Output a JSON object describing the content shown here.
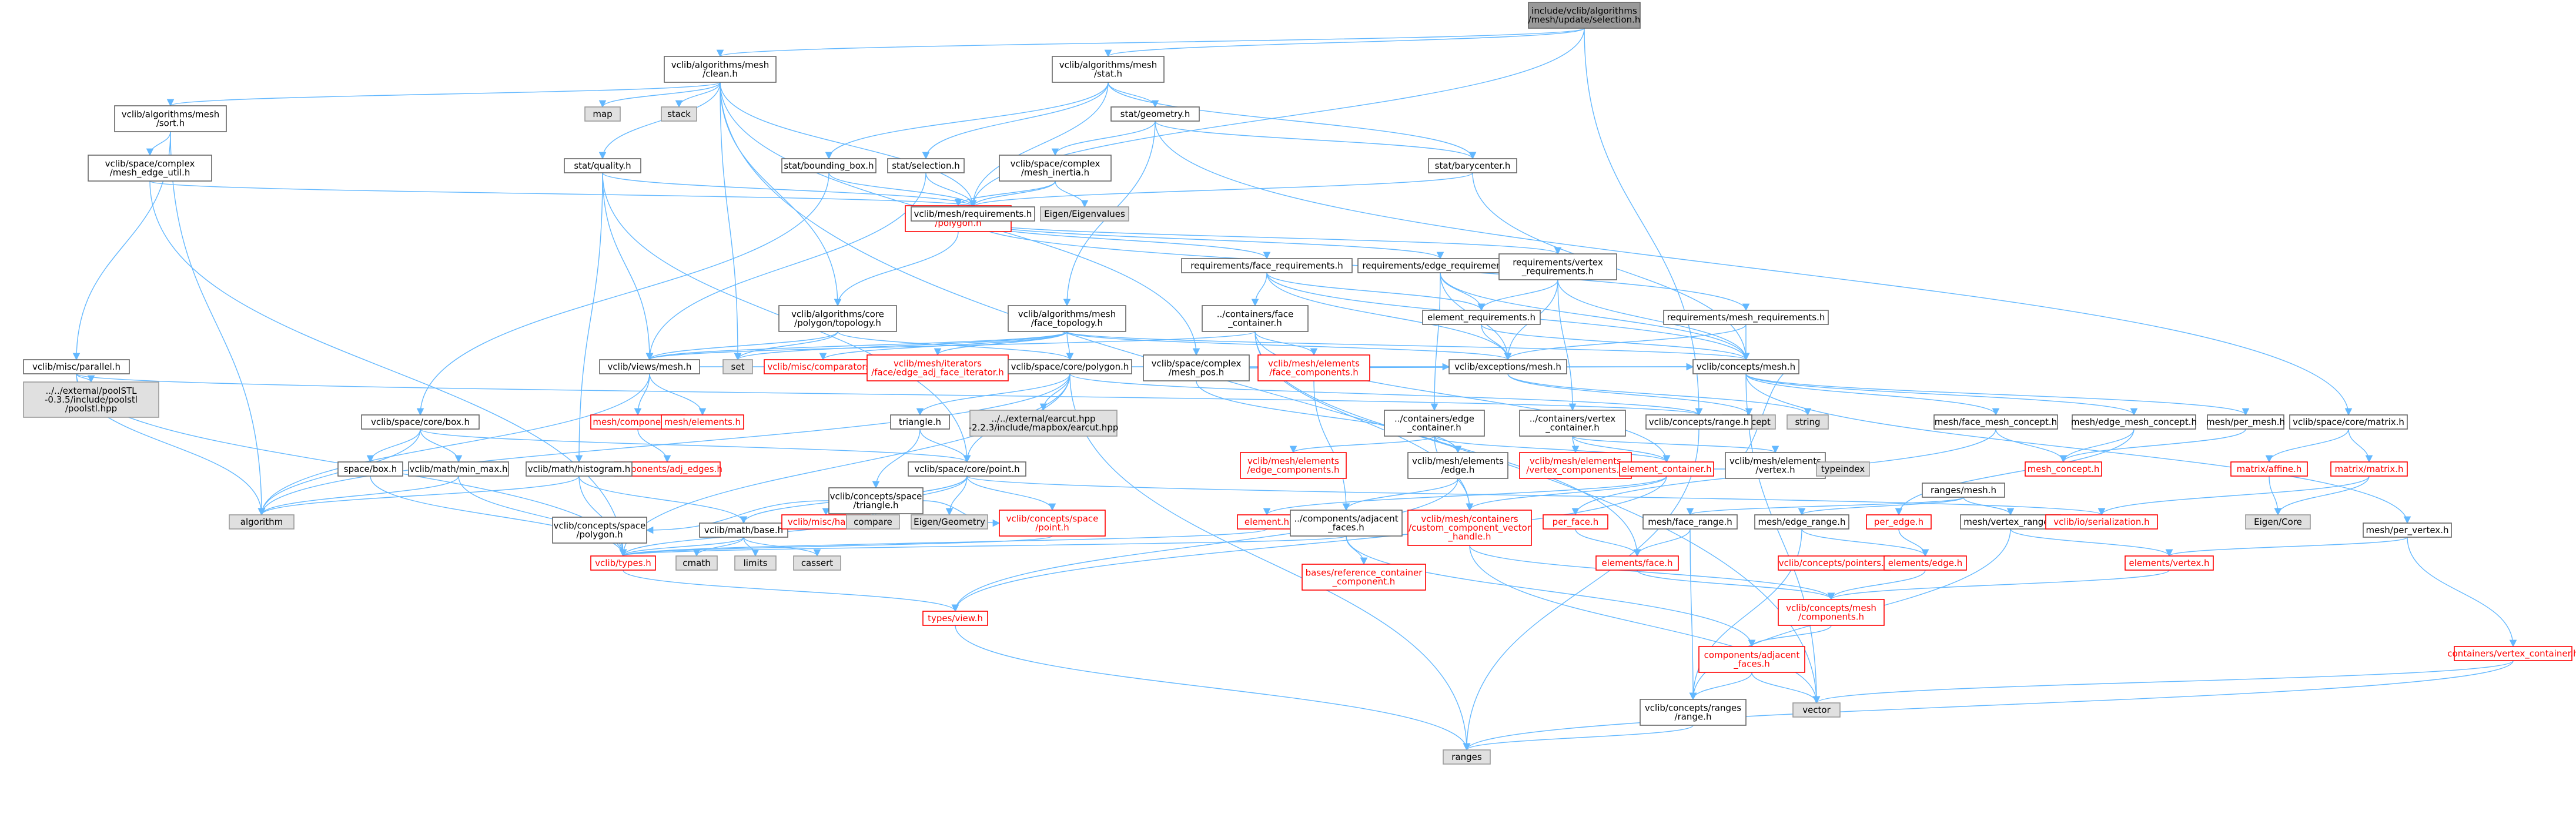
{
  "colors": {
    "edge": "#63b8ff",
    "node_fill": "#ffffff",
    "node_border": "#666666",
    "node_text": "#000000",
    "missing_fill": "#e0e0e0",
    "missing_border": "#999999",
    "incomplete_border": "#ff0000",
    "incomplete_text": "#ff0000",
    "root_fill": "#999999"
  },
  "nodes": [
    {
      "id": "root",
      "label": "include/vclib/algorithms\n/mesh/update/selection.h",
      "kind": "root"
    },
    {
      "id": "clean",
      "label": "vclib/algorithms/mesh\n/clean.h",
      "kind": "normal"
    },
    {
      "id": "stat",
      "label": "vclib/algorithms/mesh\n/stat.h",
      "kind": "normal"
    },
    {
      "id": "sort",
      "label": "vclib/algorithms/mesh\n/sort.h",
      "kind": "normal"
    },
    {
      "id": "map",
      "label": "map",
      "kind": "missing"
    },
    {
      "id": "stack",
      "label": "stack",
      "kind": "missing"
    },
    {
      "id": "statgeom",
      "label": "stat/geometry.h",
      "kind": "normal"
    },
    {
      "id": "meshedge",
      "label": "vclib/space/complex\n/mesh_edge_util.h",
      "kind": "normal"
    },
    {
      "id": "quality",
      "label": "stat/quality.h",
      "kind": "normal"
    },
    {
      "id": "bbox",
      "label": "stat/bounding_box.h",
      "kind": "normal"
    },
    {
      "id": "statsel",
      "label": "stat/selection.h",
      "kind": "normal"
    },
    {
      "id": "inertia",
      "label": "vclib/space/complex\n/mesh_inertia.h",
      "kind": "normal"
    },
    {
      "id": "bary",
      "label": "stat/barycenter.h",
      "kind": "normal"
    },
    {
      "id": "algpoly",
      "label": "vclib/algorithms/core\n/polygon.h",
      "kind": "incomplete"
    },
    {
      "id": "meshreq",
      "label": "vclib/mesh/requirements.h",
      "kind": "normal"
    },
    {
      "id": "eigenvals",
      "label": "Eigen/Eigenvalues",
      "kind": "missing"
    },
    {
      "id": "facereq",
      "label": "requirements/face_requirements.h",
      "kind": "normal"
    },
    {
      "id": "edgereq",
      "label": "requirements/edge_requirements.h",
      "kind": "normal"
    },
    {
      "id": "vertreq",
      "label": "requirements/vertex\n_requirements.h",
      "kind": "normal"
    },
    {
      "id": "topology",
      "label": "vclib/algorithms/core\n/polygon/topology.h",
      "kind": "normal"
    },
    {
      "id": "facetopo",
      "label": "vclib/algorithms/mesh\n/face_topology.h",
      "kind": "normal"
    },
    {
      "id": "facecont",
      "label": "../containers/face\n_container.h",
      "kind": "normal"
    },
    {
      "id": "elemreq",
      "label": "element_requirements.h",
      "kind": "normal"
    },
    {
      "id": "meshreqs",
      "label": "requirements/mesh_requirements.h",
      "kind": "normal"
    },
    {
      "id": "parallel",
      "label": "vclib/misc/parallel.h",
      "kind": "normal"
    },
    {
      "id": "poolstl",
      "label": "../../external/poolSTL\n-0.3.5/include/poolstl\n/poolstl.hpp",
      "kind": "missing"
    },
    {
      "id": "viewsmesh",
      "label": "vclib/views/mesh.h",
      "kind": "normal"
    },
    {
      "id": "set",
      "label": "set",
      "kind": "missing"
    },
    {
      "id": "comparators",
      "label": "vclib/misc/comparators.h",
      "kind": "incomplete"
    },
    {
      "id": "edgeadj",
      "label": "vclib/mesh/iterators\n/face/edge_adj_face_iterator.h",
      "kind": "incomplete"
    },
    {
      "id": "spacepoly",
      "label": "vclib/space/core/polygon.h",
      "kind": "normal"
    },
    {
      "id": "meshpos",
      "label": "vclib/space/complex\n/mesh_pos.h",
      "kind": "normal"
    },
    {
      "id": "facecomp",
      "label": "vclib/mesh/elements\n/face_components.h",
      "kind": "incomplete"
    },
    {
      "id": "exmesh",
      "label": "vclib/exceptions/mesh.h",
      "kind": "normal"
    },
    {
      "id": "conmesh",
      "label": "vclib/concepts/mesh.h",
      "kind": "normal"
    },
    {
      "id": "meshcomps",
      "label": "mesh/components.h",
      "kind": "incomplete"
    },
    {
      "id": "meshelems",
      "label": "mesh/elements.h",
      "kind": "incomplete"
    },
    {
      "id": "triangle",
      "label": "triangle.h",
      "kind": "normal"
    },
    {
      "id": "earcut",
      "label": "../../external/earcut.hpp\n-2.2.3/include/mapbox/earcut.hpp",
      "kind": "missing"
    },
    {
      "id": "edgecont",
      "label": "../containers/edge\n_container.h",
      "kind": "normal"
    },
    {
      "id": "vertcont",
      "label": "../containers/vertex\n_container.h",
      "kind": "normal"
    },
    {
      "id": "stdexcept",
      "label": "stdexcept",
      "kind": "missing"
    },
    {
      "id": "string",
      "label": "string",
      "kind": "missing"
    },
    {
      "id": "conrange",
      "label": "vclib/concepts/range.h",
      "kind": "normal"
    },
    {
      "id": "faceconcept",
      "label": "mesh/face_mesh_concept.h",
      "kind": "normal"
    },
    {
      "id": "edgeconcept",
      "label": "mesh/edge_mesh_concept.h",
      "kind": "normal"
    },
    {
      "id": "permesh",
      "label": "mesh/per_mesh.h",
      "kind": "normal"
    },
    {
      "id": "spacematrix",
      "label": "vclib/space/core/matrix.h",
      "kind": "normal"
    },
    {
      "id": "spacebox",
      "label": "vclib/space/core/box.h",
      "kind": "normal"
    },
    {
      "id": "compadj",
      "label": "components/adj_edges.h",
      "kind": "incomplete"
    },
    {
      "id": "spacepoint",
      "label": "vclib/space/core/point.h",
      "kind": "normal"
    },
    {
      "id": "spacetri",
      "label": "vclib/concepts/space\n/triangle.h",
      "kind": "normal"
    },
    {
      "id": "edgecomps",
      "label": "vclib/mesh/elements\n/edge_components.h",
      "kind": "incomplete"
    },
    {
      "id": "elemedge",
      "label": "vclib/mesh/elements\n/edge.h",
      "kind": "normal"
    },
    {
      "id": "vertcomps",
      "label": "vclib/mesh/elements\n/vertex_components.h",
      "kind": "incomplete"
    },
    {
      "id": "elemvertex",
      "label": "vclib/mesh/elements\n/vertex.h",
      "kind": "normal"
    },
    {
      "id": "elemcont",
      "label": "element_container.h",
      "kind": "incomplete"
    },
    {
      "id": "typeindex",
      "label": "typeindex",
      "kind": "missing"
    },
    {
      "id": "rangesmesh",
      "label": "ranges/mesh.h",
      "kind": "normal"
    },
    {
      "id": "meshconcept",
      "label": "mesh_concept.h",
      "kind": "incomplete"
    },
    {
      "id": "matrixaffine",
      "label": "matrix/affine.h",
      "kind": "incomplete"
    },
    {
      "id": "matrixmatrix",
      "label": "matrix/matrix.h",
      "kind": "incomplete"
    },
    {
      "id": "boxh",
      "label": "space/box.h",
      "kind": "normal"
    },
    {
      "id": "minmax",
      "label": "vclib/math/min_max.h",
      "kind": "normal"
    },
    {
      "id": "histogram",
      "label": "vclib/math/histogram.h",
      "kind": "normal"
    },
    {
      "id": "algorithm",
      "label": "algorithm",
      "kind": "missing"
    },
    {
      "id": "spacepolyc",
      "label": "vclib/concepts/space\n/polygon.h",
      "kind": "normal"
    },
    {
      "id": "mathbase",
      "label": "vclib/math/base.h",
      "kind": "normal"
    },
    {
      "id": "misch",
      "label": "vclib/misc/hash.h",
      "kind": "incomplete"
    },
    {
      "id": "compare",
      "label": "compare",
      "kind": "missing"
    },
    {
      "id": "eigengeom",
      "label": "Eigen/Geometry",
      "kind": "missing"
    },
    {
      "id": "conpoint",
      "label": "vclib/concepts/space\n/point.h",
      "kind": "incomplete"
    },
    {
      "id": "element",
      "label": "element.h",
      "kind": "incomplete"
    },
    {
      "id": "adjfaces",
      "label": "../components/adjacent\n_faces.h",
      "kind": "normal"
    },
    {
      "id": "customvec",
      "label": "vclib/mesh/containers\n/custom_component_vector\n_handle.h",
      "kind": "incomplete"
    },
    {
      "id": "perface",
      "label": "per_face.h",
      "kind": "incomplete"
    },
    {
      "id": "facerange",
      "label": "mesh/face_range.h",
      "kind": "normal"
    },
    {
      "id": "edgerange",
      "label": "mesh/edge_range.h",
      "kind": "normal"
    },
    {
      "id": "peredge",
      "label": "per_edge.h",
      "kind": "incomplete"
    },
    {
      "id": "vertrange",
      "label": "mesh/vertex_range.h",
      "kind": "normal"
    },
    {
      "id": "serial",
      "label": "vclib/io/serialization.h",
      "kind": "incomplete"
    },
    {
      "id": "eigencore",
      "label": "Eigen/Core",
      "kind": "missing"
    },
    {
      "id": "pervertex",
      "label": "mesh/per_vertex.h",
      "kind": "normal"
    },
    {
      "id": "types",
      "label": "vclib/types.h",
      "kind": "incomplete"
    },
    {
      "id": "cmath",
      "label": "cmath",
      "kind": "missing"
    },
    {
      "id": "limits",
      "label": "limits",
      "kind": "missing"
    },
    {
      "id": "cassert",
      "label": "cassert",
      "kind": "missing"
    },
    {
      "id": "refcont",
      "label": "bases/reference_container\n_component.h",
      "kind": "incomplete"
    },
    {
      "id": "elemface",
      "label": "elements/face.h",
      "kind": "incomplete"
    },
    {
      "id": "conpointers",
      "label": "vclib/concepts/pointers.h",
      "kind": "incomplete"
    },
    {
      "id": "elemedgeh",
      "label": "elements/edge.h",
      "kind": "incomplete"
    },
    {
      "id": "elemvertexh",
      "label": "elements/vertex.h",
      "kind": "incomplete"
    },
    {
      "id": "typesview",
      "label": "types/view.h",
      "kind": "incomplete"
    },
    {
      "id": "conmeshcomps",
      "label": "vclib/concepts/mesh\n/components.h",
      "kind": "incomplete"
    },
    {
      "id": "compadjfaces",
      "label": "components/adjacent\n_faces.h",
      "kind": "incomplete"
    },
    {
      "id": "vertcontainer",
      "label": "containers/vertex_container.h",
      "kind": "incomplete"
    },
    {
      "id": "conranges",
      "label": "vclib/concepts/ranges\n/range.h",
      "kind": "normal"
    },
    {
      "id": "vector",
      "label": "vector",
      "kind": "missing"
    },
    {
      "id": "ranges",
      "label": "ranges",
      "kind": "missing"
    }
  ],
  "edges": [
    [
      "root",
      "clean"
    ],
    [
      "root",
      "stat"
    ],
    [
      "root",
      "meshreq"
    ],
    [
      "root",
      "conrange"
    ],
    [
      "clean",
      "sort"
    ],
    [
      "clean",
      "map"
    ],
    [
      "clean",
      "stack"
    ],
    [
      "clean",
      "quality"
    ],
    [
      "clean",
      "meshreq"
    ],
    [
      "clean",
      "set"
    ],
    [
      "clean",
      "topology"
    ],
    [
      "clean",
      "meshpos"
    ],
    [
      "clean",
      "vector"
    ],
    [
      "stat",
      "statgeom"
    ],
    [
      "stat",
      "bbox"
    ],
    [
      "stat",
      "statsel"
    ],
    [
      "stat",
      "bary"
    ],
    [
      "stat",
      "meshreq"
    ],
    [
      "sort",
      "meshedge"
    ],
    [
      "sort",
      "algorithm"
    ],
    [
      "sort",
      "parallel"
    ],
    [
      "meshedge",
      "meshreq"
    ],
    [
      "meshedge",
      "types"
    ],
    [
      "statgeom",
      "inertia"
    ],
    [
      "statgeom",
      "bary"
    ],
    [
      "statgeom",
      "facetopo"
    ],
    [
      "statgeom",
      "spacematrix"
    ],
    [
      "quality",
      "meshreq"
    ],
    [
      "quality",
      "viewsmesh"
    ],
    [
      "quality",
      "histogram"
    ],
    [
      "quality",
      "spacepoint"
    ],
    [
      "bbox",
      "spacebox"
    ],
    [
      "bbox",
      "meshreq"
    ],
    [
      "statsel",
      "meshreq"
    ],
    [
      "statsel",
      "viewsmesh"
    ],
    [
      "inertia",
      "meshreq"
    ],
    [
      "inertia",
      "eigenvals"
    ],
    [
      "inertia",
      "algpoly"
    ],
    [
      "bary",
      "meshreq"
    ],
    [
      "bary",
      "conmesh"
    ],
    [
      "algpoly",
      "topology"
    ],
    [
      "meshreq",
      "facereq"
    ],
    [
      "meshreq",
      "edgereq"
    ],
    [
      "meshreq",
      "vertreq"
    ],
    [
      "meshreq",
      "meshreqs"
    ],
    [
      "facereq",
      "facecont"
    ],
    [
      "facereq",
      "elemreq"
    ],
    [
      "facereq",
      "exmesh"
    ],
    [
      "facereq",
      "conmesh"
    ],
    [
      "edgereq",
      "elemreq"
    ],
    [
      "edgereq",
      "edgecont"
    ],
    [
      "edgereq",
      "exmesh"
    ],
    [
      "edgereq",
      "conmesh"
    ],
    [
      "vertreq",
      "elemreq"
    ],
    [
      "vertreq",
      "vertcont"
    ],
    [
      "vertreq",
      "exmesh"
    ],
    [
      "vertreq",
      "conmesh"
    ],
    [
      "meshreqs",
      "exmesh"
    ],
    [
      "meshreqs",
      "conmesh"
    ],
    [
      "elemreq",
      "exmesh"
    ],
    [
      "elemreq",
      "conmesh"
    ],
    [
      "topology",
      "viewsmesh"
    ],
    [
      "topology",
      "set"
    ],
    [
      "topology",
      "spacepoly"
    ],
    [
      "facetopo",
      "viewsmesh"
    ],
    [
      "facetopo",
      "set"
    ],
    [
      "facetopo",
      "comparators"
    ],
    [
      "facetopo",
      "edgeadj"
    ],
    [
      "facetopo",
      "spacepoly"
    ],
    [
      "facetopo",
      "conmesh"
    ],
    [
      "facetopo",
      "exmesh"
    ],
    [
      "facecont",
      "facecomp"
    ],
    [
      "facecont",
      "elemface"
    ],
    [
      "facecont",
      "elemcont"
    ],
    [
      "facecont",
      "viewsmesh"
    ],
    [
      "facecont",
      "customvec"
    ],
    [
      "parallel",
      "poolstl"
    ],
    [
      "parallel",
      "algorithm"
    ],
    [
      "parallel",
      "types"
    ],
    [
      "parallel",
      "conrange"
    ],
    [
      "viewsmesh",
      "meshcomps"
    ],
    [
      "viewsmesh",
      "meshelems"
    ],
    [
      "viewsmesh",
      "conmesh"
    ],
    [
      "viewsmesh",
      "algorithm"
    ],
    [
      "meshcomps",
      "compadj"
    ],
    [
      "spacepoly",
      "triangle"
    ],
    [
      "spacepoly",
      "earcut"
    ],
    [
      "spacepoly",
      "spacepoint"
    ],
    [
      "spacepoly",
      "conrange"
    ],
    [
      "spacepoly",
      "algorithm"
    ],
    [
      "spacepoly",
      "types"
    ],
    [
      "spacepoly",
      "ranges"
    ],
    [
      "meshpos",
      "elemedge"
    ],
    [
      "meshpos",
      "exmesh"
    ],
    [
      "meshpos",
      "conmesh"
    ],
    [
      "facecomp",
      "adjfaces"
    ],
    [
      "exmesh",
      "stdexcept"
    ],
    [
      "exmesh",
      "string"
    ],
    [
      "conmesh",
      "faceconcept"
    ],
    [
      "conmesh",
      "edgeconcept"
    ],
    [
      "conmesh",
      "permesh"
    ],
    [
      "conmesh",
      "pervertex"
    ],
    [
      "conmesh",
      "vector"
    ],
    [
      "triangle",
      "spacetri"
    ],
    [
      "triangle",
      "spacepoint"
    ],
    [
      "edgecont",
      "edgecomps"
    ],
    [
      "edgecont",
      "elemedge"
    ],
    [
      "edgecont",
      "elemcont"
    ],
    [
      "edgecont",
      "customvec"
    ],
    [
      "vertcont",
      "vertcomps"
    ],
    [
      "vertcont",
      "elemvertex"
    ],
    [
      "vertcont",
      "elemcont"
    ],
    [
      "conrange",
      "ranges"
    ],
    [
      "faceconcept",
      "meshconcept"
    ],
    [
      "faceconcept",
      "perface"
    ],
    [
      "edgeconcept",
      "meshconcept"
    ],
    [
      "edgeconcept",
      "peredge"
    ],
    [
      "permesh",
      "meshconcept"
    ],
    [
      "spacematrix",
      "matrixaffine"
    ],
    [
      "spacematrix",
      "matrixmatrix"
    ],
    [
      "spacebox",
      "spacepoint"
    ],
    [
      "spacebox",
      "boxh"
    ],
    [
      "spacebox",
      "minmax"
    ],
    [
      "spacebox",
      "algorithm"
    ],
    [
      "spacepoint",
      "compare"
    ],
    [
      "spacepoint",
      "eigengeom"
    ],
    [
      "spacepoint",
      "misch"
    ],
    [
      "spacepoint",
      "conpoint"
    ],
    [
      "spacepoint",
      "mathbase"
    ],
    [
      "spacepoint",
      "serial"
    ],
    [
      "spacetri",
      "spacepolyc"
    ],
    [
      "spacetri",
      "conpoint"
    ],
    [
      "spacetri",
      "types"
    ],
    [
      "elemcont",
      "element"
    ],
    [
      "elemcont",
      "customvec"
    ],
    [
      "elemcont",
      "typesview"
    ],
    [
      "elemcont",
      "typeindex"
    ],
    [
      "rangesmesh",
      "facerange"
    ],
    [
      "rangesmesh",
      "edgerange"
    ],
    [
      "rangesmesh",
      "vertrange"
    ],
    [
      "matrixaffine",
      "eigencore"
    ],
    [
      "matrixmatrix",
      "eigencore"
    ],
    [
      "matrixmatrix",
      "serial"
    ],
    [
      "boxh",
      "types"
    ],
    [
      "minmax",
      "algorithm"
    ],
    [
      "minmax",
      "types"
    ],
    [
      "histogram",
      "algorithm"
    ],
    [
      "histogram",
      "mathbase"
    ],
    [
      "histogram",
      "types"
    ],
    [
      "mathbase",
      "cmath"
    ],
    [
      "mathbase",
      "limits"
    ],
    [
      "mathbase",
      "cassert"
    ],
    [
      "mathbase",
      "types"
    ],
    [
      "conpoint",
      "types"
    ],
    [
      "element",
      "types"
    ],
    [
      "adjfaces",
      "refcont"
    ],
    [
      "adjfaces",
      "compadjfaces"
    ],
    [
      "adjfaces",
      "types"
    ],
    [
      "customvec",
      "conmeshcomps"
    ],
    [
      "customvec",
      "vector"
    ],
    [
      "perface",
      "elemface"
    ],
    [
      "facerange",
      "elemface"
    ],
    [
      "facerange",
      "conranges"
    ],
    [
      "edgerange",
      "elemedgeh"
    ],
    [
      "edgerange",
      "conranges"
    ],
    [
      "peredge",
      "elemedgeh"
    ],
    [
      "vertrange",
      "elemvertexh"
    ],
    [
      "vertrange",
      "conranges"
    ],
    [
      "pervertex",
      "elemvertexh"
    ],
    [
      "pervertex",
      "vertcontainer"
    ],
    [
      "elemface",
      "conmeshcomps"
    ],
    [
      "elemedgeh",
      "conmeshcomps"
    ],
    [
      "elemvertexh",
      "conmeshcomps"
    ],
    [
      "types",
      "typesview"
    ],
    [
      "typesview",
      "ranges"
    ],
    [
      "conmeshcomps",
      "compadjfaces"
    ],
    [
      "compadjfaces",
      "conranges"
    ],
    [
      "compadjfaces",
      "vector"
    ],
    [
      "vertcontainer",
      "vector"
    ],
    [
      "vertcontainer",
      "ranges"
    ],
    [
      "conranges",
      "ranges"
    ],
    [
      "elemvertex",
      "conmesh"
    ],
    [
      "elemedge",
      "typesview"
    ],
    [
      "elemedge",
      "adjfaces"
    ]
  ]
}
